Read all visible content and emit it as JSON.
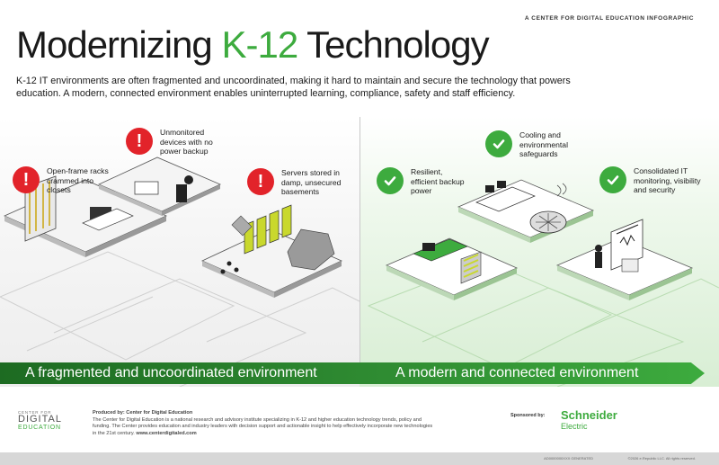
{
  "header": {
    "tagline": "A CENTER FOR DIGITAL EDUCATION INFOGRAPHIC",
    "title_pre": "Modernizing ",
    "title_accent": "K-12",
    "title_post": " Technology",
    "intro": "K-12 IT environments are often fragmented and uncoordinated, making it hard to maintain and secure the technology that powers education. A modern, connected environment enables uninterrupted learning, compliance, safety and staff efficiency."
  },
  "problems": [
    {
      "text": "Open-frame racks crammed into closets",
      "icon": "exclamation-icon"
    },
    {
      "text": "Unmonitored devices with no power backup",
      "icon": "exclamation-icon"
    },
    {
      "text": "Servers stored in damp, unsecured basements",
      "icon": "exclamation-icon"
    }
  ],
  "solutions": [
    {
      "text": "Resilient, efficient backup power",
      "icon": "checkmark-icon"
    },
    {
      "text": "Cooling and environmental safeguards",
      "icon": "checkmark-icon"
    },
    {
      "text": "Consolidated IT monitoring, visibility and security",
      "icon": "checkmark-icon"
    }
  ],
  "banners": {
    "left": "A fragmented and uncoordinated environment",
    "right": "A modern and connected environment"
  },
  "footer": {
    "logo_small": "CENTER FOR",
    "logo_big": "DIGITAL",
    "logo_edu": "EDUCATION",
    "produced_label": "Produced by: Center for Digital Education",
    "produced_text": "The Center for Digital Education is a national research and advisory institute specializing in K-12 and higher education technology trends, policy and funding. The Center provides education and industry leaders with decision support and actionable insight to help effectively incorporate new technologies in the 21st century.",
    "produced_url": "www.centerdigitaled.com",
    "sponsored_label": "Sponsored by:",
    "sponsor_name": "Schneider",
    "sponsor_name2": "Electric",
    "code": "AD0000000XXX GENERATED",
    "copyright": "©2026 e.Republic LLC. All rights reserved."
  },
  "colors": {
    "accent_green": "#3dab3e",
    "warning_red": "#e2232a",
    "banner_dark": "#1d6b22"
  }
}
